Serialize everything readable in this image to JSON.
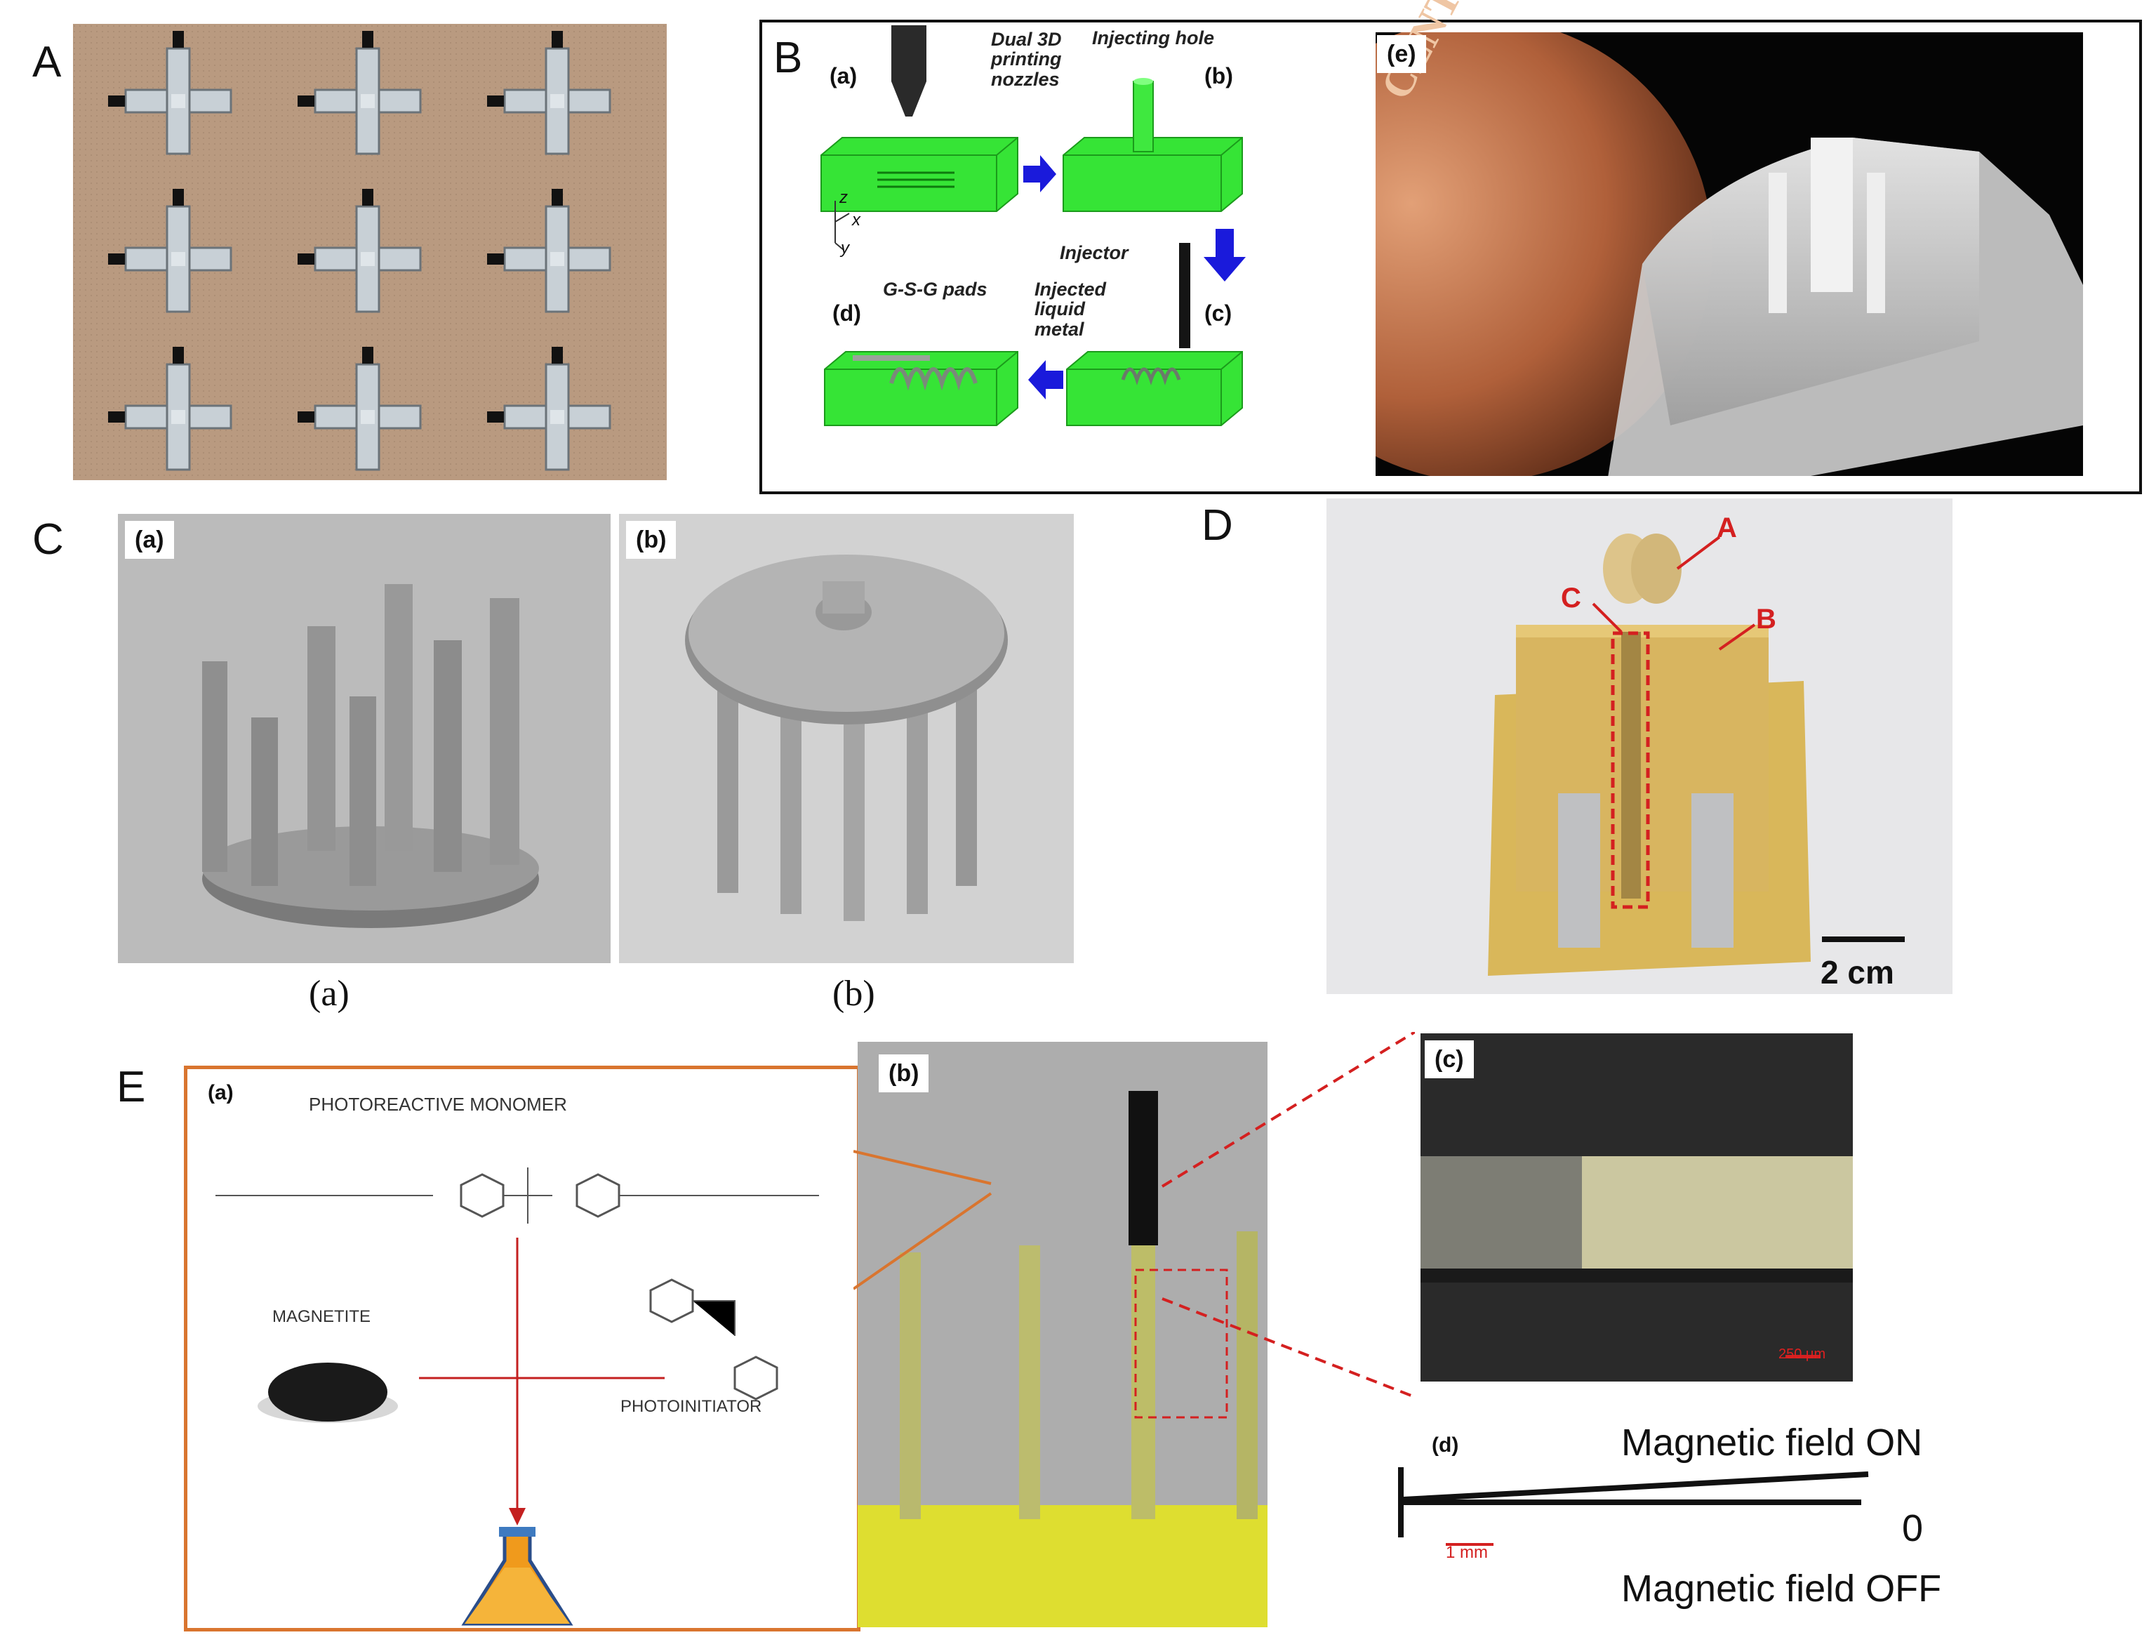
{
  "panels": {
    "A": {
      "letter": "A"
    },
    "B": {
      "letter": "B",
      "sub": {
        "a": "(a)",
        "b": "(b)",
        "c": "(c)",
        "d": "(d)",
        "e": "(e)"
      },
      "labels": {
        "nozzles": "Dual 3D printing nozzles",
        "hole": "Injecting hole",
        "injector": "Injector",
        "injected": "Injected liquid metal",
        "pads": "G-S-G pads",
        "axis_z": "z",
        "axis_x": "x",
        "axis_y": "y"
      },
      "coin_text": "CENT"
    },
    "C": {
      "letter": "C",
      "tags": {
        "a": "(a)",
        "b": "(b)"
      },
      "captions": {
        "a": "(a)",
        "b": "(b)"
      }
    },
    "D": {
      "letter": "D",
      "markers": {
        "A": "A",
        "B": "B",
        "C": "C"
      },
      "scale": "2 cm"
    },
    "E": {
      "letter": "E",
      "a": {
        "tag": "(a)",
        "monomer": "PHOTOREACTIVE MONOMER",
        "magnetite": "MAGNETITE",
        "photoinitiator": "PHOTOINITIATOR"
      },
      "b": {
        "tag": "(b)"
      },
      "c": {
        "tag": "(c)",
        "scale": "250 μm"
      },
      "d": {
        "tag": "(d)",
        "on": "Magnetic field ON",
        "zero": "0",
        "off": "Magnetic field OFF",
        "scale": "1 mm"
      }
    }
  },
  "colors": {
    "green": "#2fdc2f",
    "orange_border": "#d9752f",
    "red_marker": "#d42020",
    "yellow": "#d9d42a",
    "blue_arrow": "#1a1adb"
  }
}
